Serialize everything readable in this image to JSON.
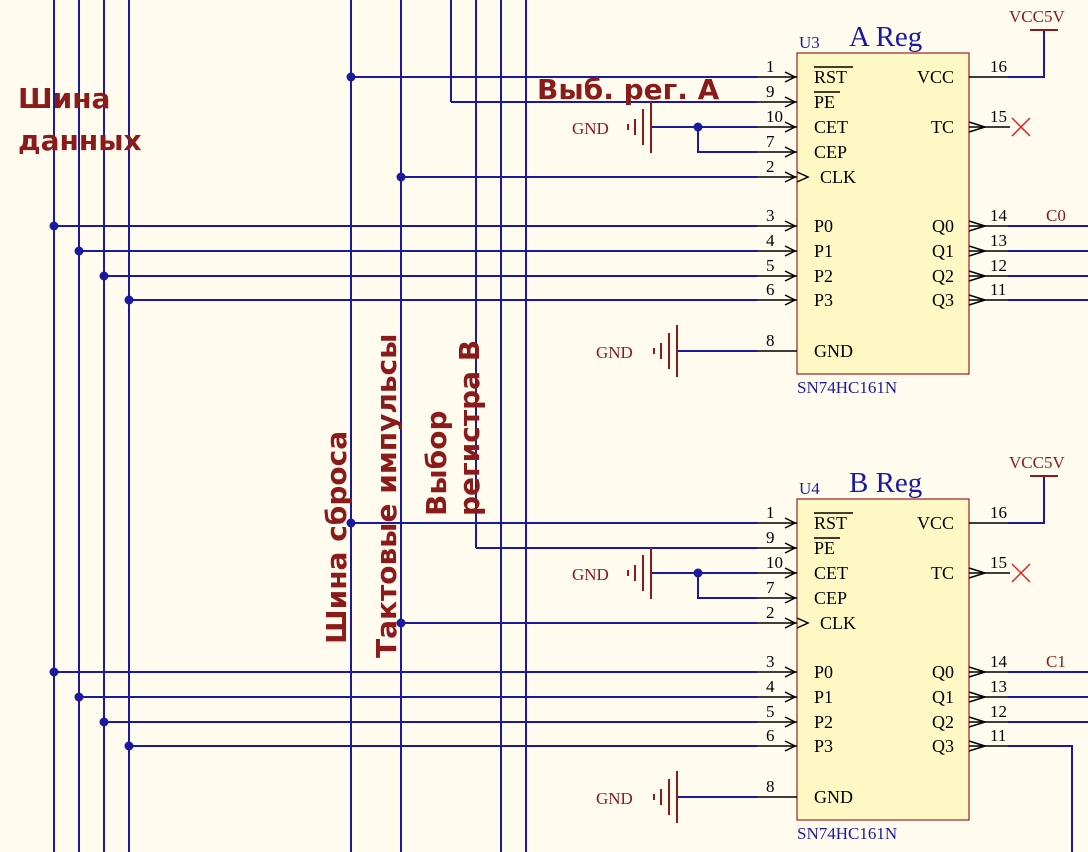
{
  "bus_labels": {
    "data_bus": [
      "Шина",
      "данных"
    ],
    "reset_bus": "Шина сброса",
    "clock": "Тактовые импульсы",
    "select_b": [
      "Выбор",
      "регистра B"
    ],
    "select_a": "Выб. рег. A"
  },
  "chips": [
    {
      "ref": "U3",
      "title": "A Reg",
      "part": "SN74HC161N",
      "vcc_net": "VCC5V",
      "gnd_net": "GND",
      "out_net": "C0",
      "left_pins": [
        {
          "num": "1",
          "name": "RST",
          "overline": true
        },
        {
          "num": "9",
          "name": "PE",
          "overline": true
        },
        {
          "num": "10",
          "name": "CET"
        },
        {
          "num": "7",
          "name": "CEP"
        },
        {
          "num": "2",
          "name": "CLK",
          "clock": true
        },
        {
          "num": "3",
          "name": "P0"
        },
        {
          "num": "4",
          "name": "P1"
        },
        {
          "num": "5",
          "name": "P2"
        },
        {
          "num": "6",
          "name": "P3"
        },
        {
          "num": "8",
          "name": "GND"
        }
      ],
      "right_pins": [
        {
          "num": "16",
          "name": "VCC"
        },
        {
          "num": "15",
          "name": "TC"
        },
        {
          "num": "14",
          "name": "Q0"
        },
        {
          "num": "13",
          "name": "Q1"
        },
        {
          "num": "12",
          "name": "Q2"
        },
        {
          "num": "11",
          "name": "Q3"
        }
      ]
    },
    {
      "ref": "U4",
      "title": "B Reg",
      "part": "SN74HC161N",
      "vcc_net": "VCC5V",
      "gnd_net": "GND",
      "out_net": "C1",
      "left_pins": [
        {
          "num": "1",
          "name": "RST",
          "overline": true
        },
        {
          "num": "9",
          "name": "PE",
          "overline": true
        },
        {
          "num": "10",
          "name": "CET"
        },
        {
          "num": "7",
          "name": "CEP"
        },
        {
          "num": "2",
          "name": "CLK",
          "clock": true
        },
        {
          "num": "3",
          "name": "P0"
        },
        {
          "num": "4",
          "name": "P1"
        },
        {
          "num": "5",
          "name": "P2"
        },
        {
          "num": "6",
          "name": "P3"
        },
        {
          "num": "8",
          "name": "GND"
        }
      ],
      "right_pins": [
        {
          "num": "16",
          "name": "VCC"
        },
        {
          "num": "15",
          "name": "TC"
        },
        {
          "num": "14",
          "name": "Q0"
        },
        {
          "num": "13",
          "name": "Q1"
        },
        {
          "num": "12",
          "name": "Q2"
        },
        {
          "num": "11",
          "name": "Q3"
        }
      ]
    }
  ]
}
